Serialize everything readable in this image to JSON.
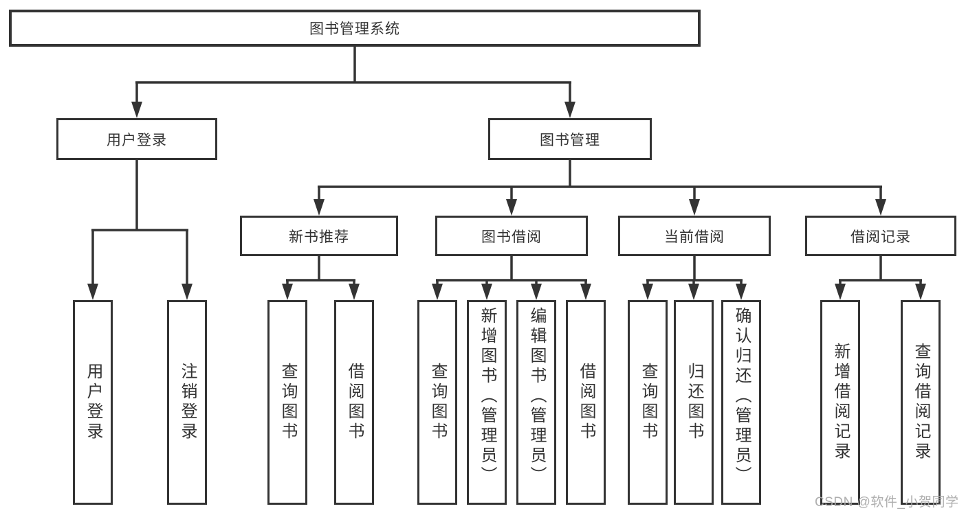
{
  "diagram": {
    "title": "图书管理系统",
    "colors": {
      "line": "#333333",
      "text": "#333333",
      "box_background": "#ffffff",
      "page_background": "#ffffff",
      "watermark": "#aaaaaa"
    },
    "root": {
      "label": "图书管理系统"
    },
    "branches": [
      {
        "label": "用户登录",
        "children": [
          {
            "label": "用户登录"
          },
          {
            "label": "注销登录"
          }
        ]
      },
      {
        "label": "图书管理",
        "children": [
          {
            "label": "新书推荐",
            "children": [
              {
                "label": "查询图书"
              },
              {
                "label": "借阅图书"
              }
            ]
          },
          {
            "label": "图书借阅",
            "children": [
              {
                "label": "查询图书"
              },
              {
                "label": "新增图书（管理员）"
              },
              {
                "label": "编辑图书（管理员）"
              },
              {
                "label": "借阅图书"
              }
            ]
          },
          {
            "label": "当前借阅",
            "children": [
              {
                "label": "查询图书"
              },
              {
                "label": "归还图书"
              },
              {
                "label": "确认归还（管理员）"
              }
            ]
          },
          {
            "label": "借阅记录",
            "children": [
              {
                "label": "新增借阅记录"
              },
              {
                "label": "查询借阅记录"
              }
            ]
          }
        ]
      }
    ]
  },
  "watermark": {
    "text": "CSDN @软件_小贺同学"
  }
}
